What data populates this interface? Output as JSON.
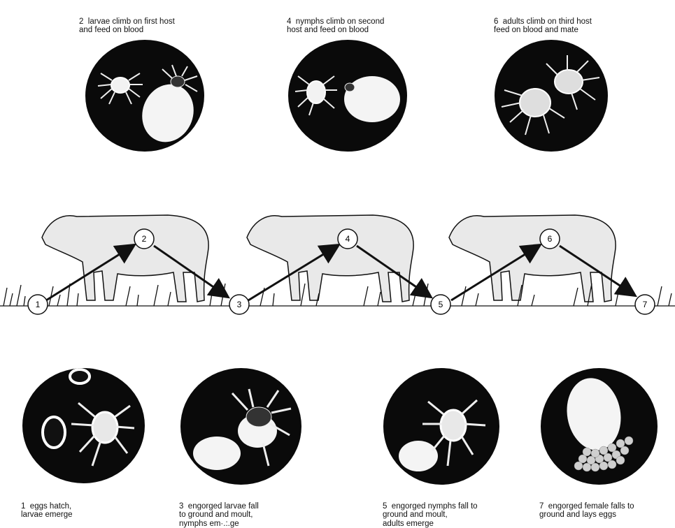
{
  "top_captions": [
    {
      "num": "2",
      "text": "larvae climb on first host\nand feed on blood"
    },
    {
      "num": "4",
      "text": "nymphs climb on second\nhost and feed on blood"
    },
    {
      "num": "6",
      "text": "adults climb on third host\nfeed on blood and mate"
    }
  ],
  "bottom_captions": [
    {
      "num": "1",
      "text": "eggs hatch,\nlarvae emerge"
    },
    {
      "num": "3",
      "text": "engorged larvae fall\nto ground and moult,\nnymphs em·.:.ge"
    },
    {
      "num": "5",
      "text": "engorged nymphs fall to\nground and moult,\nadults emerge"
    },
    {
      "num": "7",
      "text": "engorged female falls to\nground and lays eggs"
    }
  ],
  "stage_nodes": [
    "1",
    "2",
    "3",
    "4",
    "5",
    "6",
    "7"
  ],
  "icons": [
    "tick-icon",
    "engorged-tick-icon",
    "egg-icon",
    "egg-mass-icon",
    "cow-icon",
    "grass-icon"
  ],
  "colors": {
    "ink": "#111111",
    "circle_bg": "#0a0a0a",
    "cow_fill": "#e9e9e9",
    "tick_body": "#f2f2f2"
  }
}
